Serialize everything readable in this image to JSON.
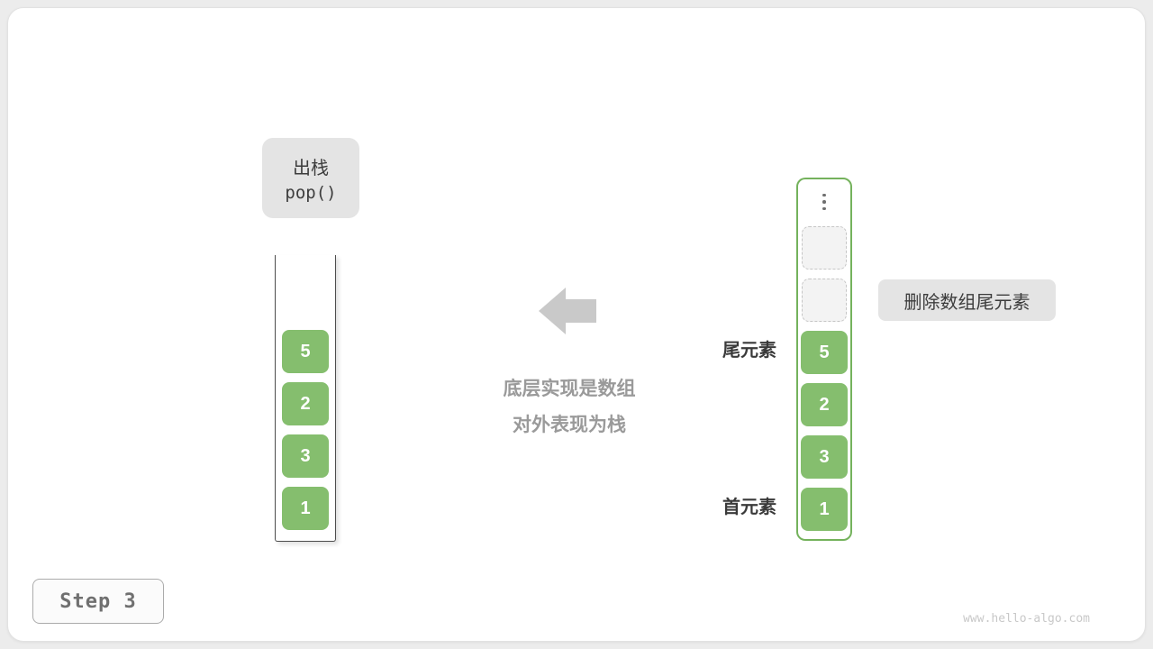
{
  "diagram": {
    "pop_label": {
      "title": "出栈",
      "code": "pop()"
    },
    "center_caption": {
      "line1": "底层实现是数组",
      "line2": "对外表现为栈"
    },
    "left_stack": {
      "values": [
        "5",
        "2",
        "3",
        "1"
      ]
    },
    "right_stack": {
      "values": [
        "5",
        "2",
        "3",
        "1"
      ],
      "empty_slot_count": 2
    },
    "labels": {
      "tail": "尾元素",
      "head": "首元素",
      "note": "删除数组尾元素"
    },
    "step_badge": "Step 3",
    "watermark": "www.hello-algo.com",
    "colors": {
      "green": "#85BE6E",
      "green_border": "#74B25C",
      "gray_label_bg": "#E4E4E4",
      "arrow": "#C9C9C9",
      "caption_text": "#9A9A9A"
    }
  }
}
